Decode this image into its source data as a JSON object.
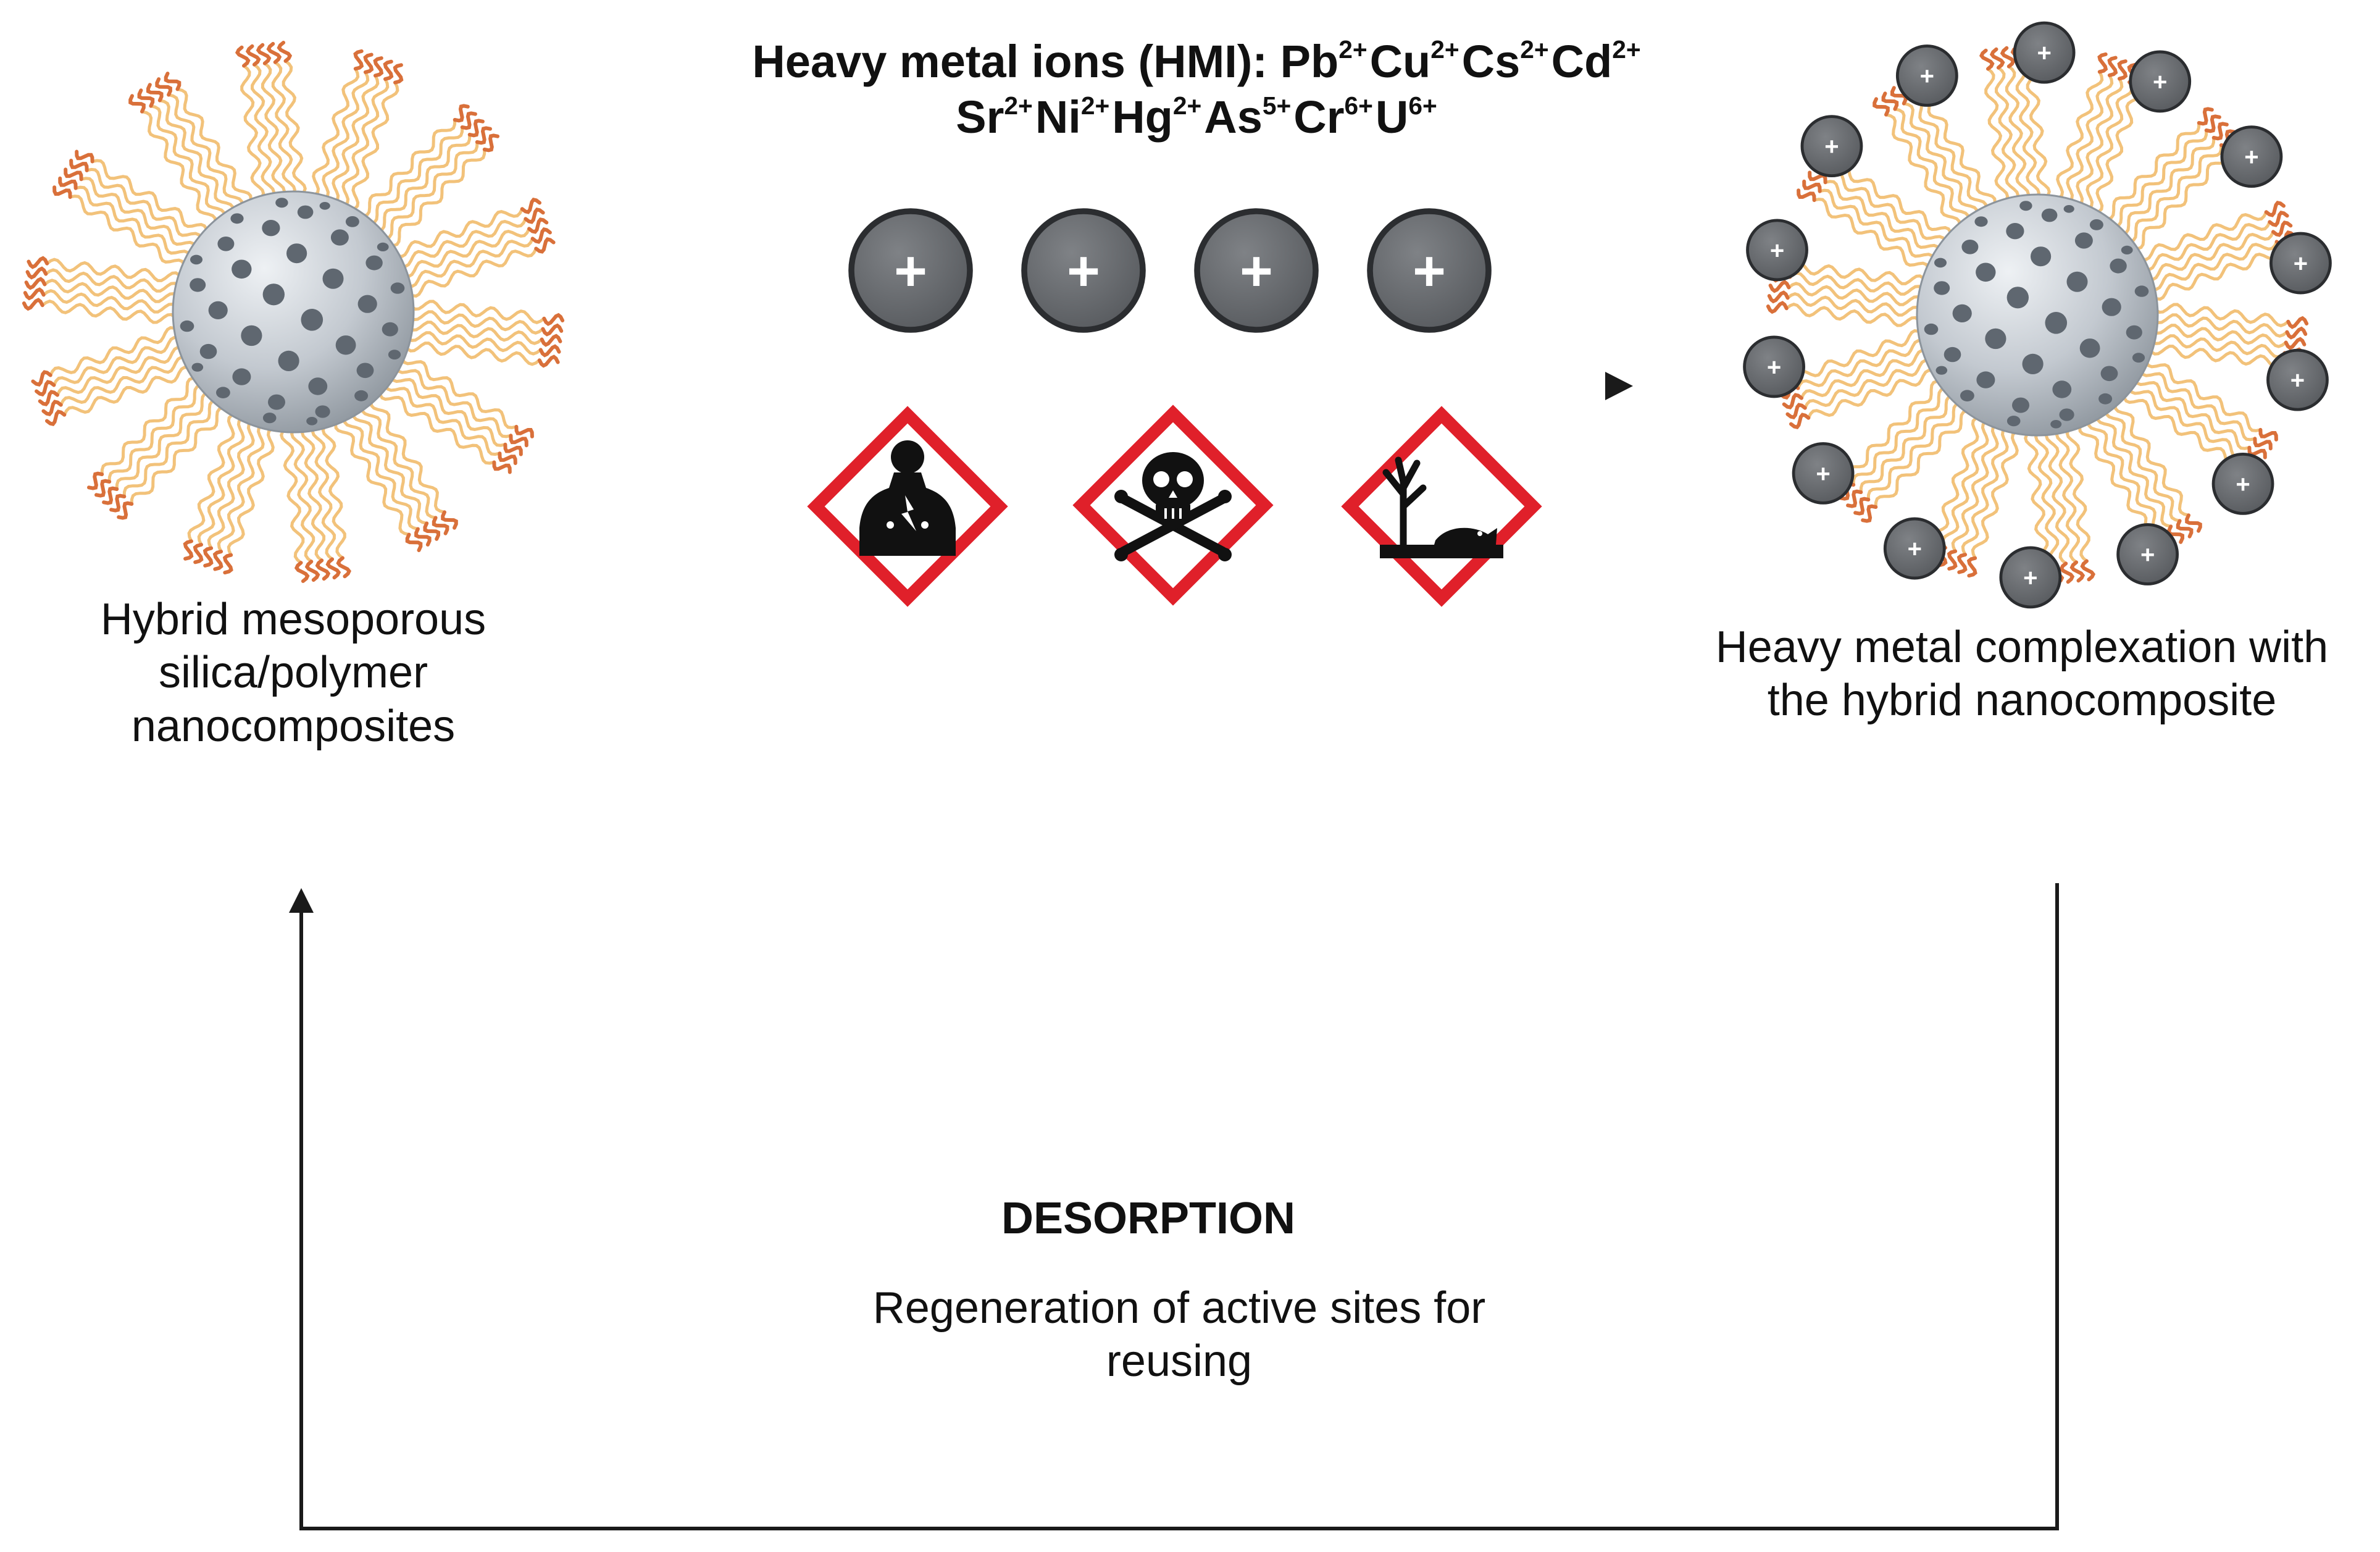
{
  "title": {
    "line1_prefix": "Heavy metal ions (HMI):",
    "ions_line1": [
      {
        "symbol": "Pb",
        "charge": "2+"
      },
      {
        "symbol": "Cu",
        "charge": "2+"
      },
      {
        "symbol": "Cs",
        "charge": "2+"
      },
      {
        "symbol": "Cd",
        "charge": "2+"
      }
    ],
    "ions_line2": [
      {
        "symbol": "Sr",
        "charge": "2+"
      },
      {
        "symbol": "Ni",
        "charge": "2+"
      },
      {
        "symbol": "Hg",
        "charge": "2+"
      },
      {
        "symbol": "As",
        "charge": "5+"
      },
      {
        "symbol": "Cr",
        "charge": "6+"
      },
      {
        "symbol": "U",
        "charge": "6+"
      }
    ]
  },
  "left_label": {
    "line1": "Hybrid mesoporous",
    "line2": "silica/polymer",
    "line3": "nanocomposites"
  },
  "right_label": {
    "line1": "Heavy metal complexation with",
    "line2": "the hybrid nanocomposite"
  },
  "desorption": {
    "heading": "DESORPTION",
    "line1": "Regeneration of active sites for",
    "line2": "reusing"
  },
  "ion_symbol": "+",
  "hazard_icons": [
    "health-hazard-icon",
    "skull-crossbones-icon",
    "environment-hazard-icon"
  ],
  "colors": {
    "polymer_chain": "#f2c27a",
    "chain_tip": "#d9703a",
    "sphere": "#bcc3cb",
    "pore": "#5f6770",
    "ion": "#6f7276",
    "hazard_red": "#e0202a",
    "arrow": "#1a1a1a"
  }
}
